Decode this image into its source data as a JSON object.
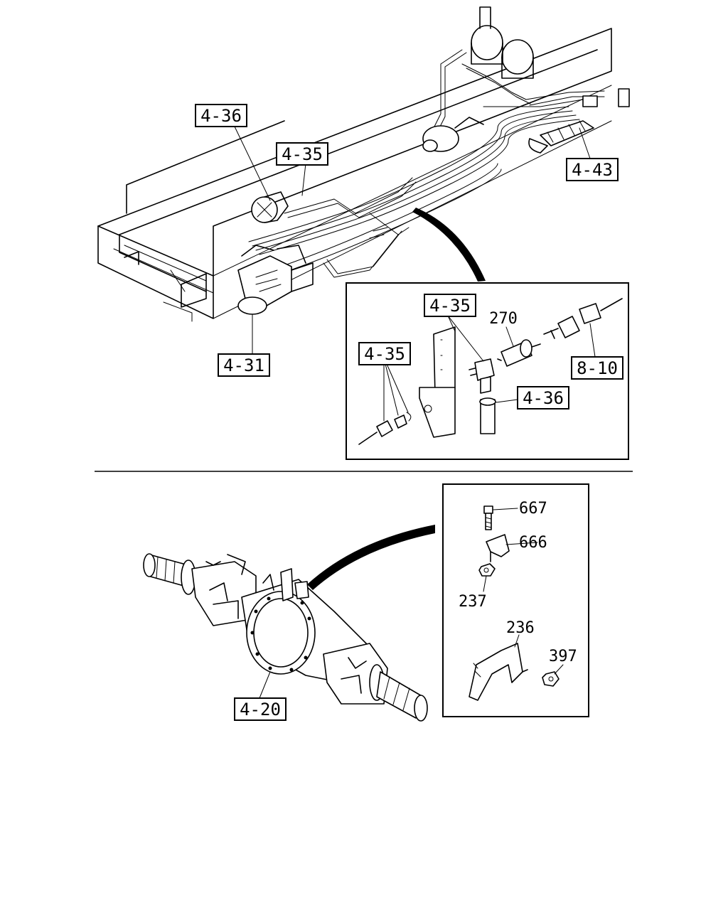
{
  "diagram": {
    "top_section": {
      "callouts": [
        "4-36",
        "4-35",
        "4-43",
        "4-31"
      ],
      "detail_callouts": [
        "4-35",
        "4-35",
        "270",
        "8-10",
        "4-36"
      ]
    },
    "bottom_section": {
      "callouts": [
        "4-20"
      ],
      "detail_callouts": [
        "667",
        "666",
        "237",
        "236",
        "397"
      ]
    }
  }
}
